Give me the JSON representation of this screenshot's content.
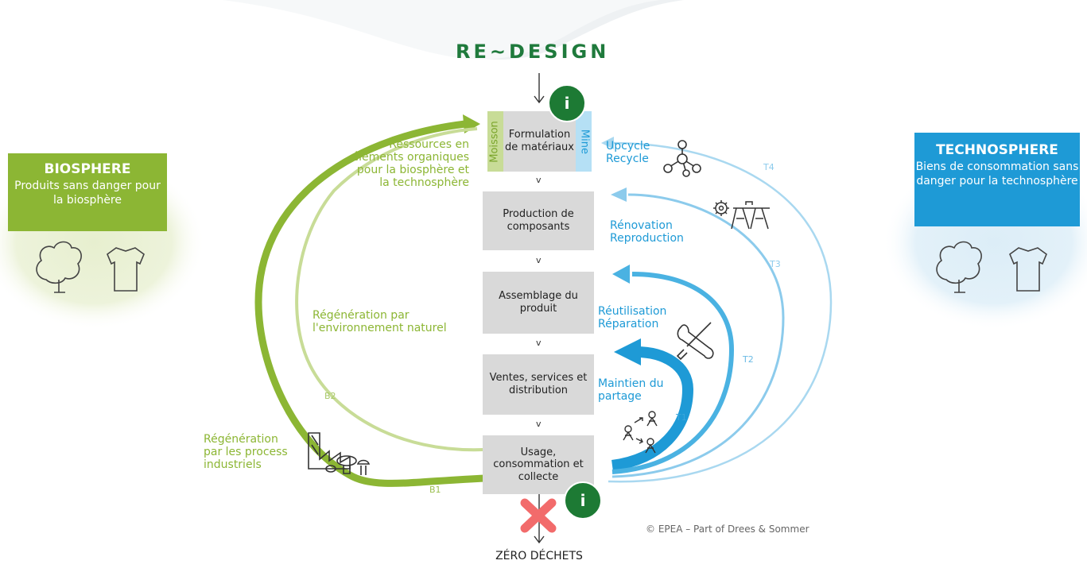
{
  "logo": {
    "text": "RE~DESIGN"
  },
  "biosphere": {
    "title": "BIOSPHERE",
    "subtitle": "Produits sans danger pour la biosphère",
    "icons": [
      "tree-icon",
      "tshirt-icon"
    ]
  },
  "technosphere": {
    "title": "TECHNOSPHERE",
    "subtitle": "Biens de consommation sans danger pour la technosphère",
    "icons": [
      "tree-icon",
      "tshirt-icon"
    ]
  },
  "side_labels": {
    "moisson": "Moisson",
    "mine": "Mine"
  },
  "stages": [
    {
      "label": "Formulation de matériaux"
    },
    {
      "label": "Production de composants"
    },
    {
      "label": "Assemblage du produit"
    },
    {
      "label": "Ventes, services et distribution"
    },
    {
      "label": "Usage, consommation et collecte"
    }
  ],
  "chevron": "v",
  "info_button": "i",
  "green_labels": {
    "ressources": "Ressources en éléments organiques pour la biosphère et la technosphère",
    "regeneration_env": "Régénération par l'environnement naturel",
    "regeneration_ind": "Régénération par les process industriels",
    "b1": "B1",
    "b2": "B2"
  },
  "blue_labels": {
    "upcycle": "Upcycle Recycle",
    "renovation": "Rénovation Reproduction",
    "reutilisation": "Réutilisation Réparation",
    "maintien": "Maintien du partage",
    "t1": "T1",
    "t2": "T2",
    "t3": "T3",
    "t4": "T4"
  },
  "footer": {
    "zero": "ZÉRO DÉCHETS",
    "copyright": "© EPEA – Part of Drees & Sommer"
  },
  "colors": {
    "green": "#8cb634",
    "light_green": "#c8dc97",
    "blue": "#1e9ad6",
    "light_blue": "#a9d8f0",
    "info": "#1d7a34",
    "box": "#d9d9d9",
    "cross": "#f26b6b"
  }
}
